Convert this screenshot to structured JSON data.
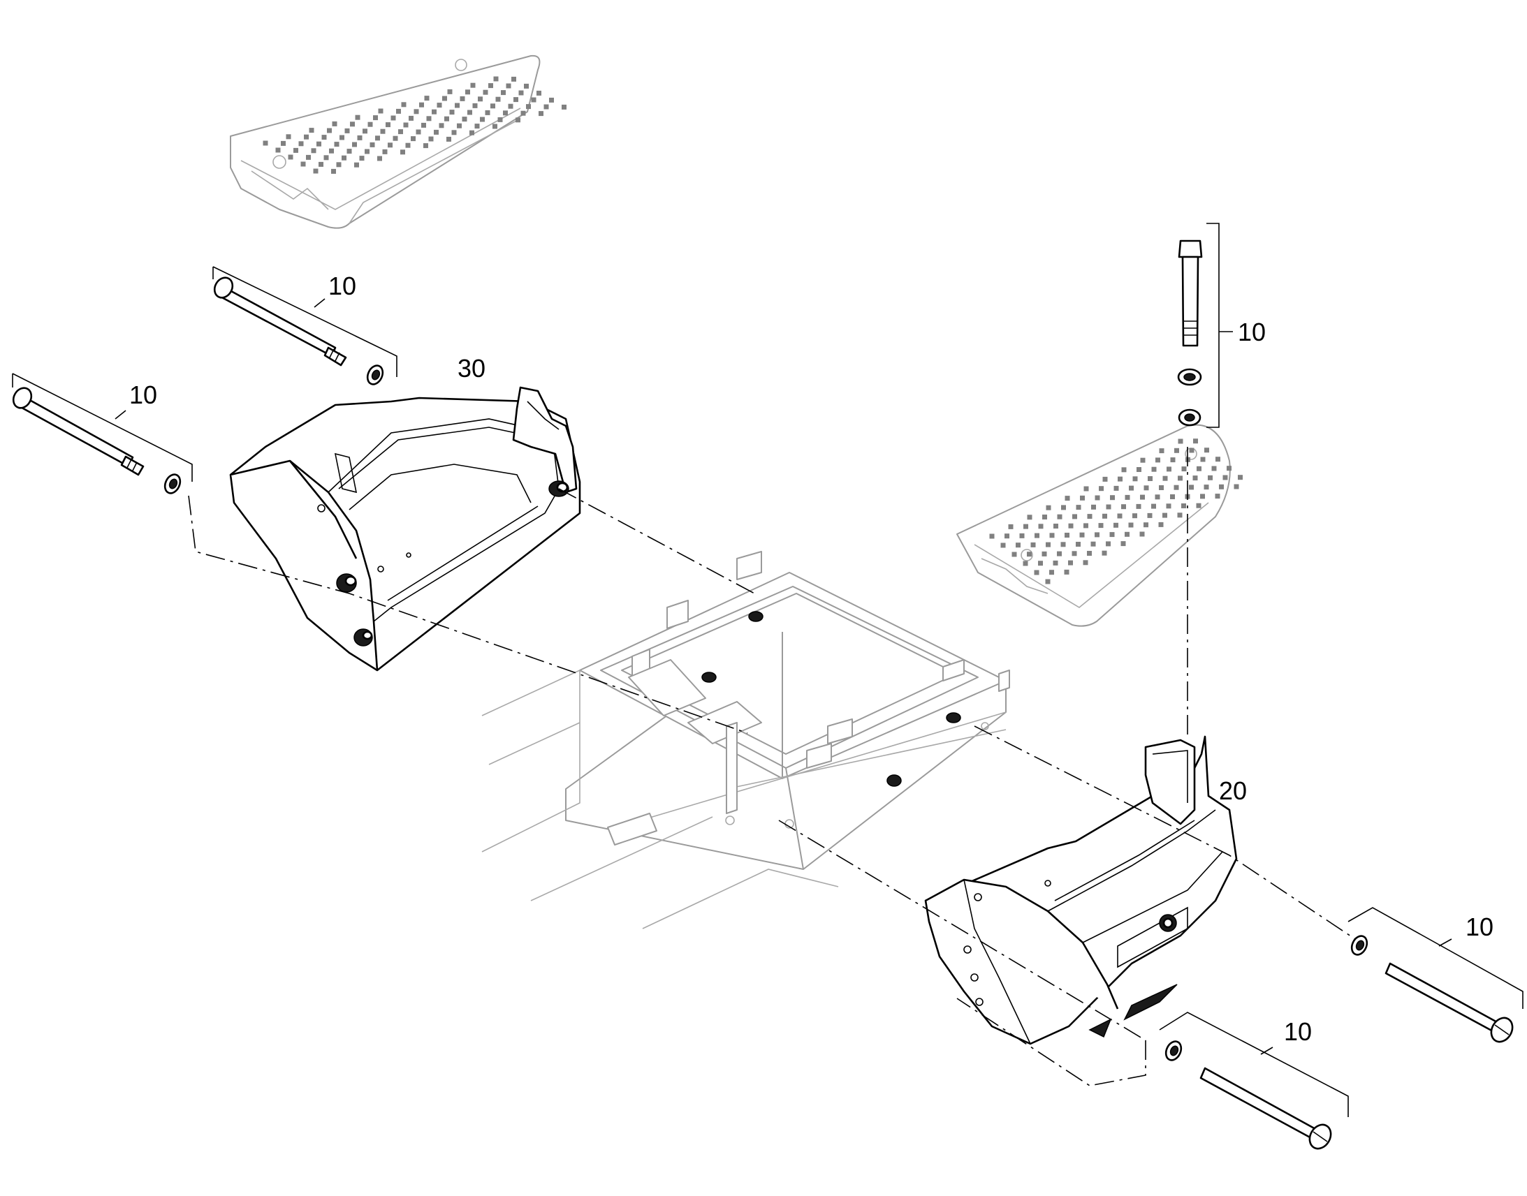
{
  "diagram": {
    "callouts": [
      {
        "id": "bolt-set-upper-left",
        "label": "10"
      },
      {
        "id": "bolt-set-left",
        "label": "10"
      },
      {
        "id": "bolt-set-vertical",
        "label": "10"
      },
      {
        "id": "step-left",
        "label": "30"
      },
      {
        "id": "step-right",
        "label": "20"
      },
      {
        "id": "bolt-set-right-upper",
        "label": "10"
      },
      {
        "id": "bolt-set-right-lower",
        "label": "10"
      }
    ]
  }
}
